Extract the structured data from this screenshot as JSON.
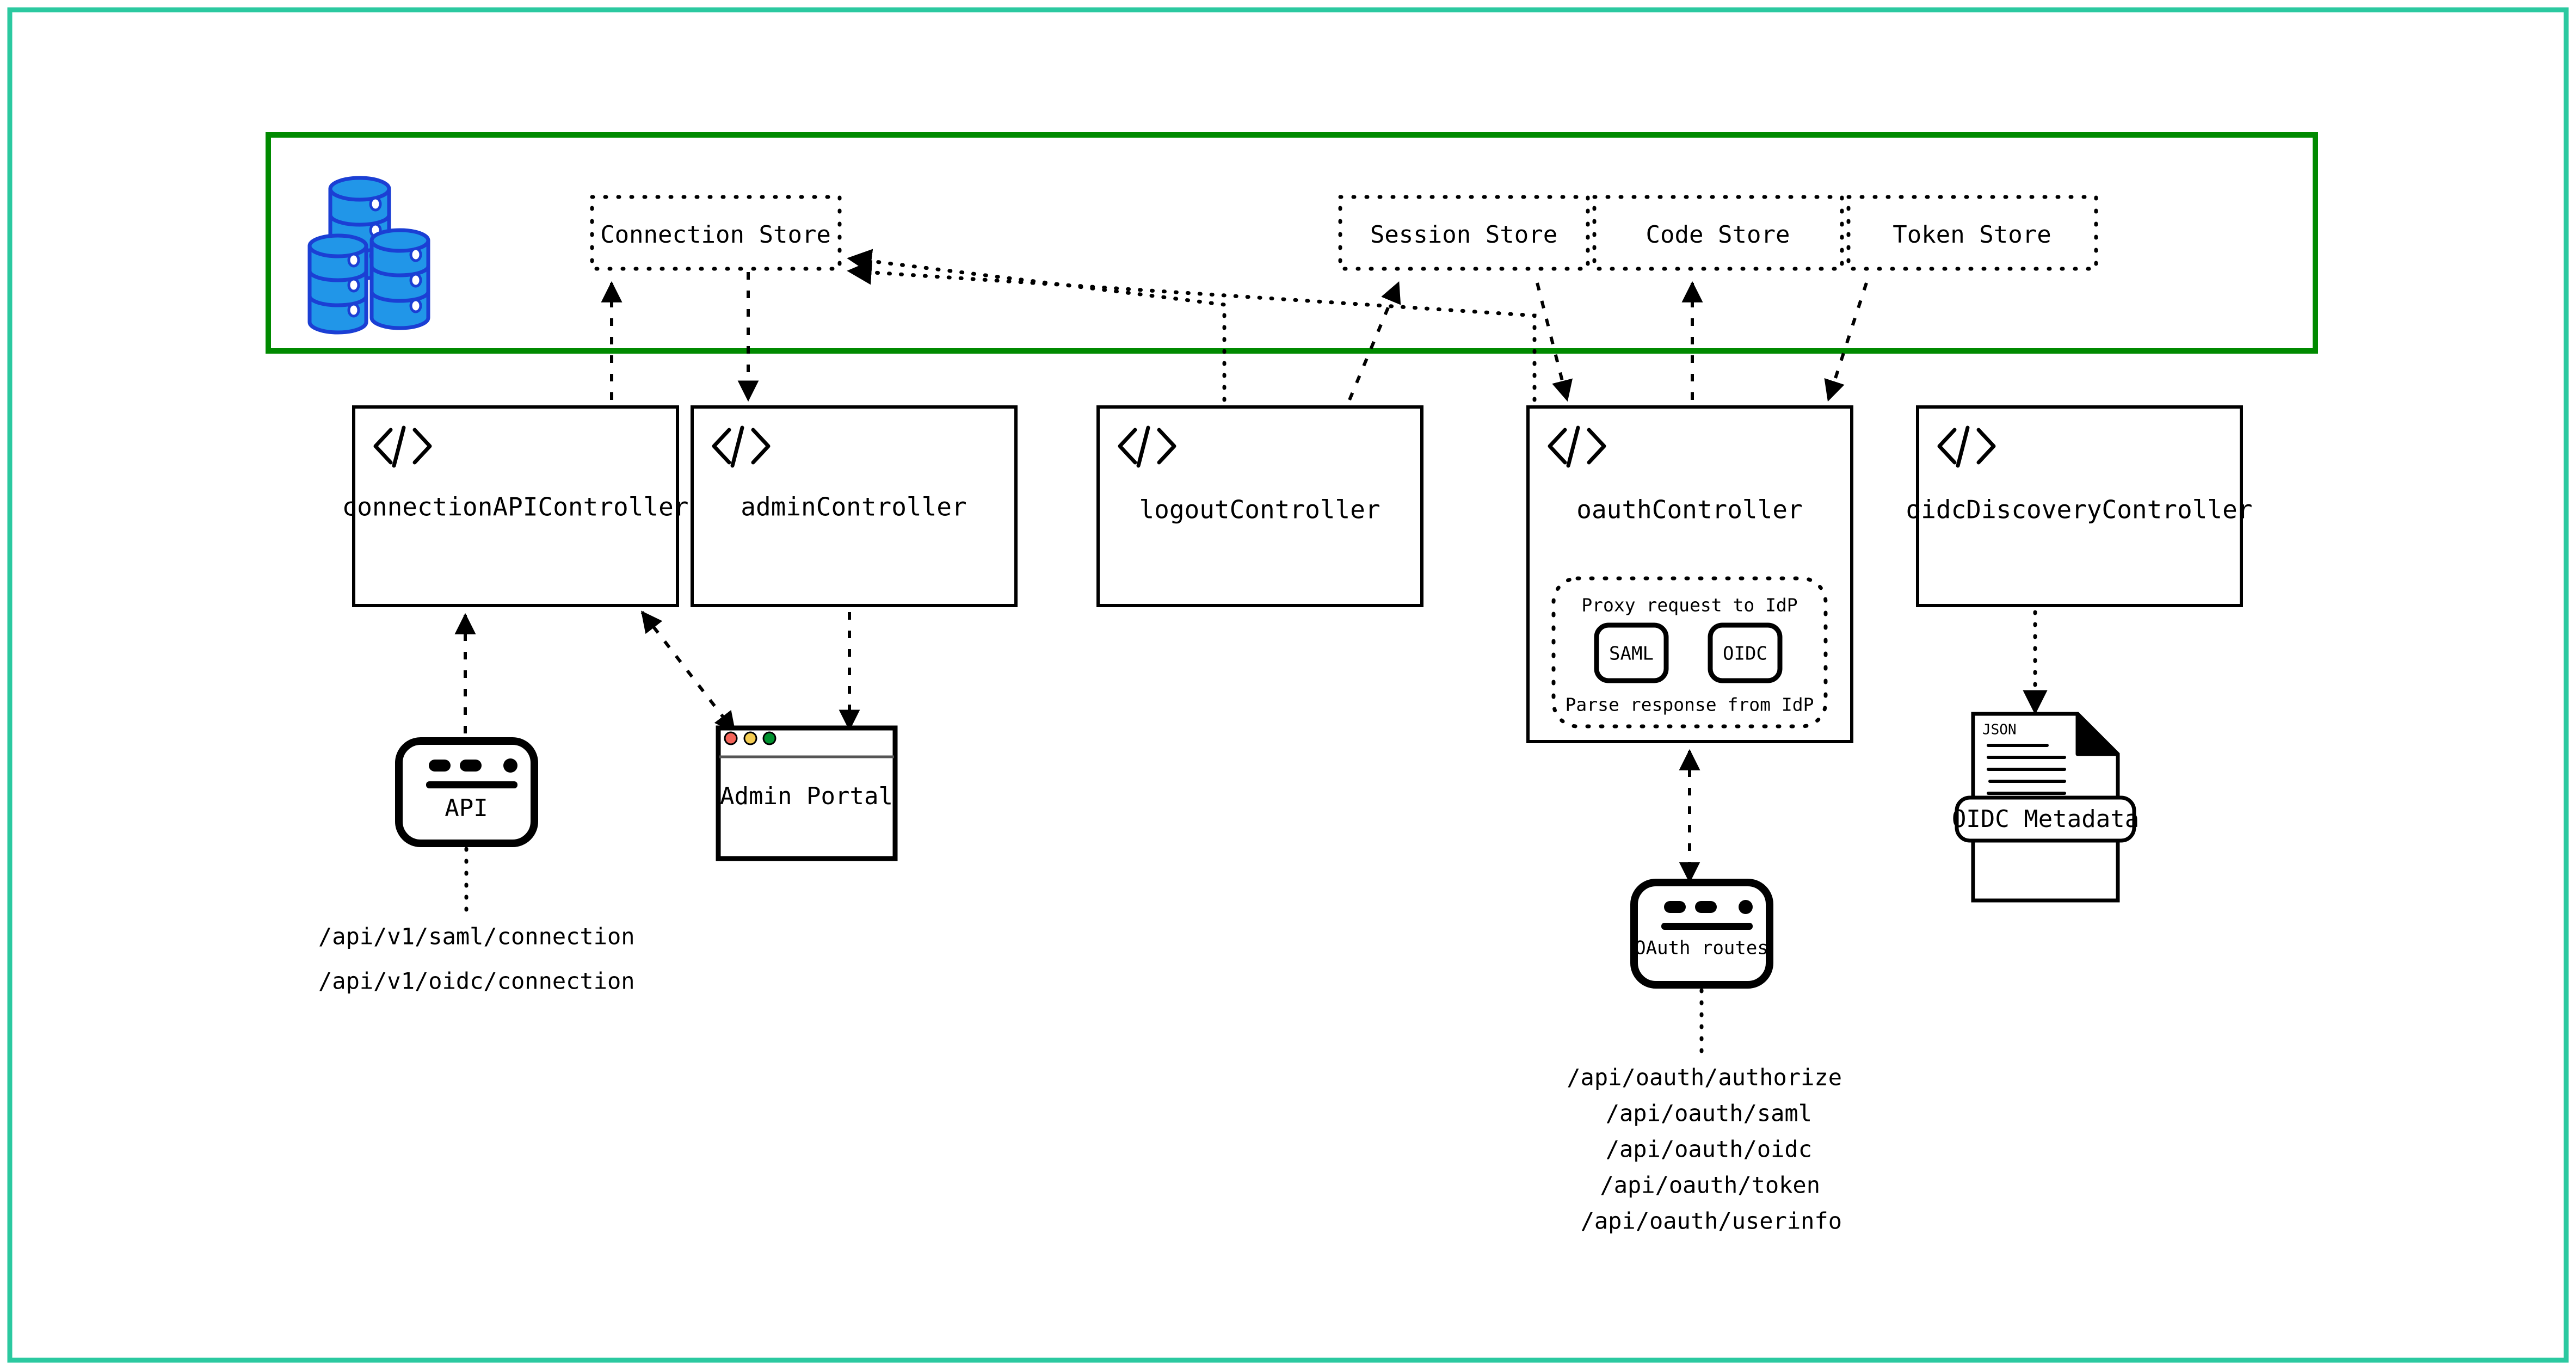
{
  "canvas": {
    "frame_color": "#2BC9A0",
    "background": "#ffffff"
  },
  "storage_layer": {
    "border_color": "#008A00",
    "database_icon": "database-cylinders-icon",
    "stores": [
      {
        "label": "Connection Store",
        "name": "connection-store"
      },
      {
        "label": "Session Store",
        "name": "session-store"
      },
      {
        "label": "Code Store",
        "name": "code-store"
      },
      {
        "label": "Token Store",
        "name": "token-store"
      }
    ]
  },
  "controllers": [
    {
      "label": "connectionAPIController",
      "icon": "code-brackets-icon",
      "name": "connection-api-controller"
    },
    {
      "label": "adminController",
      "icon": "code-brackets-icon",
      "name": "admin-controller"
    },
    {
      "label": "logoutController",
      "icon": "code-brackets-icon",
      "name": "logout-controller"
    },
    {
      "label": "oauthController",
      "icon": "code-brackets-icon",
      "name": "oauth-controller"
    },
    {
      "label": "oidcDiscoveryController",
      "icon": "code-brackets-icon",
      "name": "oidc-discovery-controller"
    }
  ],
  "oauth_inner": {
    "top_label": "Proxy request to IdP",
    "bottom_label": "Parse response from IdP",
    "protocols": [
      {
        "label": "SAML",
        "name": "saml-chip"
      },
      {
        "label": "OIDC",
        "name": "oidc-chip"
      }
    ]
  },
  "endpoints": {
    "api_node": {
      "label": "API",
      "icon": "browser-window-icon",
      "routes": [
        "/api/v1/saml/connection",
        "/api/v1/oidc/connection"
      ]
    },
    "admin_portal_node": {
      "label": "Admin Portal",
      "icon": "browser-window-traffic-lights-icon",
      "traffic_lights": [
        "#f4645a",
        "#f5cd52",
        "#00922e"
      ]
    },
    "oauth_routes_node": {
      "label": "OAuth routes",
      "icon": "browser-window-icon",
      "routes": [
        "/api/oauth/authorize",
        "/api/oauth/saml",
        "/api/oauth/oidc",
        "/api/oauth/token",
        "/api/oauth/userinfo"
      ]
    },
    "oidc_metadata_node": {
      "doc_type": "JSON",
      "label": "OIDC Metadata",
      "icon": "json-document-icon"
    }
  }
}
